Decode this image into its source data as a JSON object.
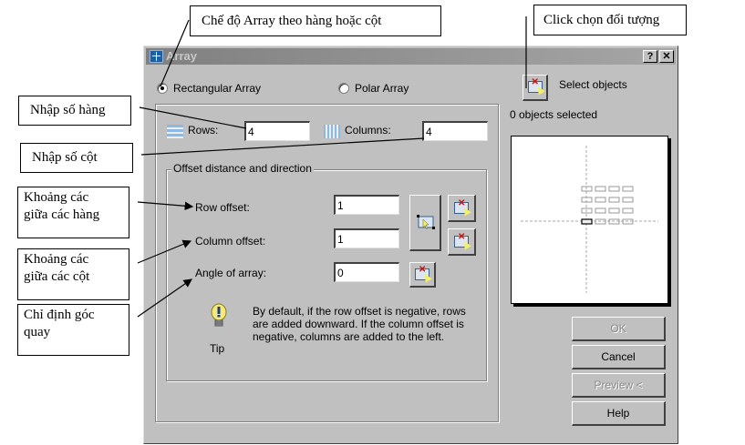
{
  "annotations": {
    "mode": "Chế độ Array theo hàng hoặc cột",
    "select": "Click chọn đối tượng",
    "rows": "Nhập số hàng",
    "columns": "Nhập số cột",
    "row_offset_line1": "Khoảng các",
    "row_offset_line2": "giữa các hàng",
    "col_offset_line1": "Khoảng các",
    "col_offset_line2": "giữa các cột",
    "angle_line1": "Chỉ định góc",
    "angle_line2": "quay"
  },
  "dialog": {
    "title": "Array",
    "help_button": "?",
    "close_button": "✕",
    "mode": {
      "rectangular": "Rectangular Array",
      "polar": "Polar Array",
      "selected": "rectangular"
    },
    "select_objects": {
      "label": "Select objects",
      "status": "0 objects selected"
    },
    "rows": {
      "label": "Rows:",
      "value": "4"
    },
    "columns": {
      "label": "Columns:",
      "value": "4"
    },
    "offset_group": {
      "title": "Offset distance and direction",
      "row_offset": {
        "label": "Row offset:",
        "value": "1"
      },
      "column_offset": {
        "label": "Column offset:",
        "value": "1"
      },
      "angle": {
        "label": "Angle of array:",
        "value": "0"
      }
    },
    "tip": {
      "label": "Tip",
      "text": "By default, if the row offset is negative, rows are added downward.  If the column offset is negative, columns are added to the left."
    },
    "preview": {
      "rows": 4,
      "columns": 4
    },
    "buttons": {
      "ok": "OK",
      "cancel": "Cancel",
      "preview": "Preview <",
      "help": "Help"
    }
  }
}
